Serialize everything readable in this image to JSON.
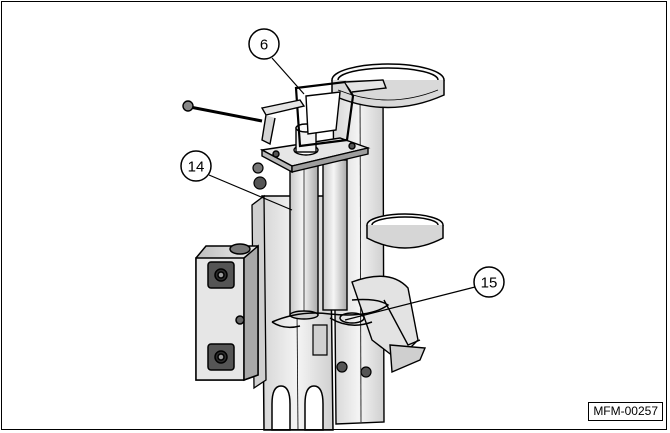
{
  "callouts": [
    {
      "id": "callout-6",
      "label": "6"
    },
    {
      "id": "callout-14",
      "label": "14"
    },
    {
      "id": "callout-15",
      "label": "15"
    }
  ],
  "figure_code": "MFM-00257",
  "colors": {
    "line": "#000000",
    "shade_light": "#e6e6e6",
    "shade_mid": "#bdbdbd",
    "shade_dark": "#8c8c8c",
    "background": "#ffffff"
  }
}
